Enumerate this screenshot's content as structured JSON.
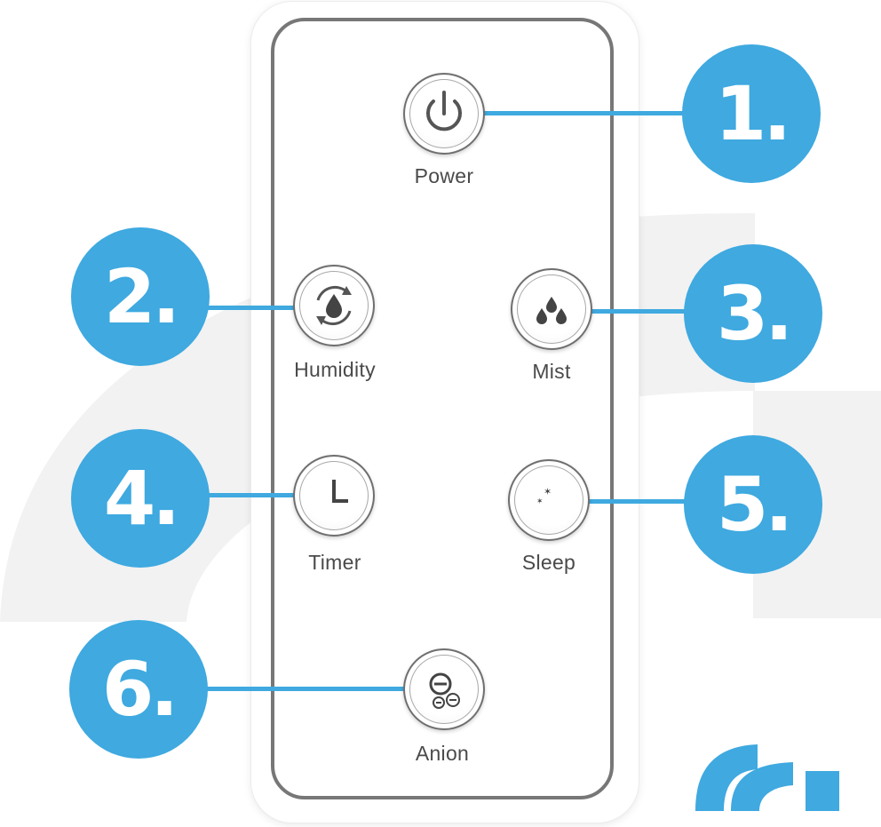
{
  "colors": {
    "accent": "#3fa9e0",
    "button_outline": "#6f6f6f",
    "panel_border": "#777777",
    "label_text": "#4a4a4a"
  },
  "buttons": [
    {
      "label": "Power",
      "badge": "1.",
      "icon": "power-icon"
    },
    {
      "label": "Humidity",
      "badge": "2.",
      "icon": "humidity-cycle-icon"
    },
    {
      "label": "Mist",
      "badge": "3.",
      "icon": "water-drops-icon"
    },
    {
      "label": "Timer",
      "badge": "4.",
      "icon": "clock-icon"
    },
    {
      "label": "Sleep",
      "badge": "5.",
      "icon": "moon-stars-icon"
    },
    {
      "label": "Anion",
      "badge": "6.",
      "icon": "anion-icon"
    }
  ],
  "brand": {
    "logo_icon": "brand-logo-icon"
  }
}
